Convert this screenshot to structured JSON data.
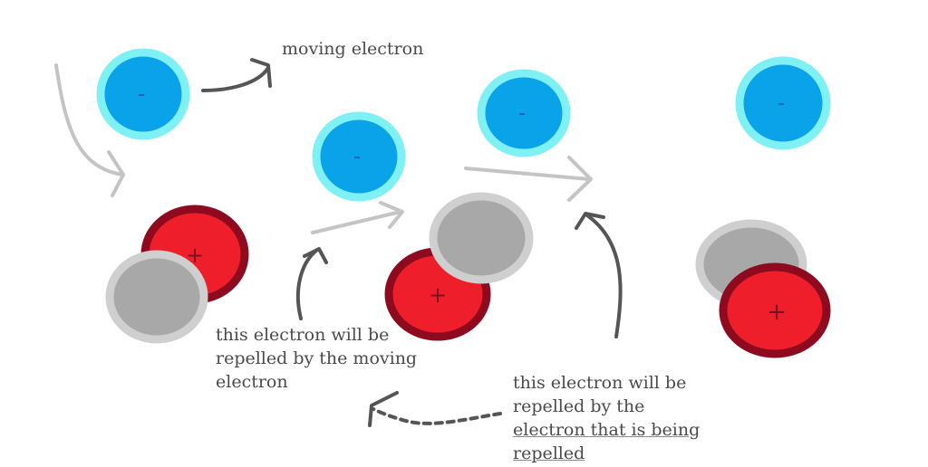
{
  "colors": {
    "electron_fill": "#0aa2e8",
    "electron_ring": "#7ff1f4",
    "electron_sign": "#1a5fa8",
    "proton_fill": "#ee1f2a",
    "proton_ring": "#8e0a1f",
    "proton_sign": "#7a1020",
    "neutron_fill": "#a8a8a8",
    "neutron_ring": "#cfcfcf",
    "arrow_light": "#c4c4c4",
    "arrow_dark": "#555555",
    "text": "#4a4a4a"
  },
  "symbols": {
    "electron": "-",
    "proton": "+"
  },
  "labels": {
    "moving_electron": "moving electron",
    "repelled_by_moving": "this electron will be\nrepelled by the moving\nelectron",
    "repelled_by_repelled_1": "this electron will be\nrepelled by the",
    "repelled_by_repelled_2": "electron that is being\nrepelled"
  }
}
